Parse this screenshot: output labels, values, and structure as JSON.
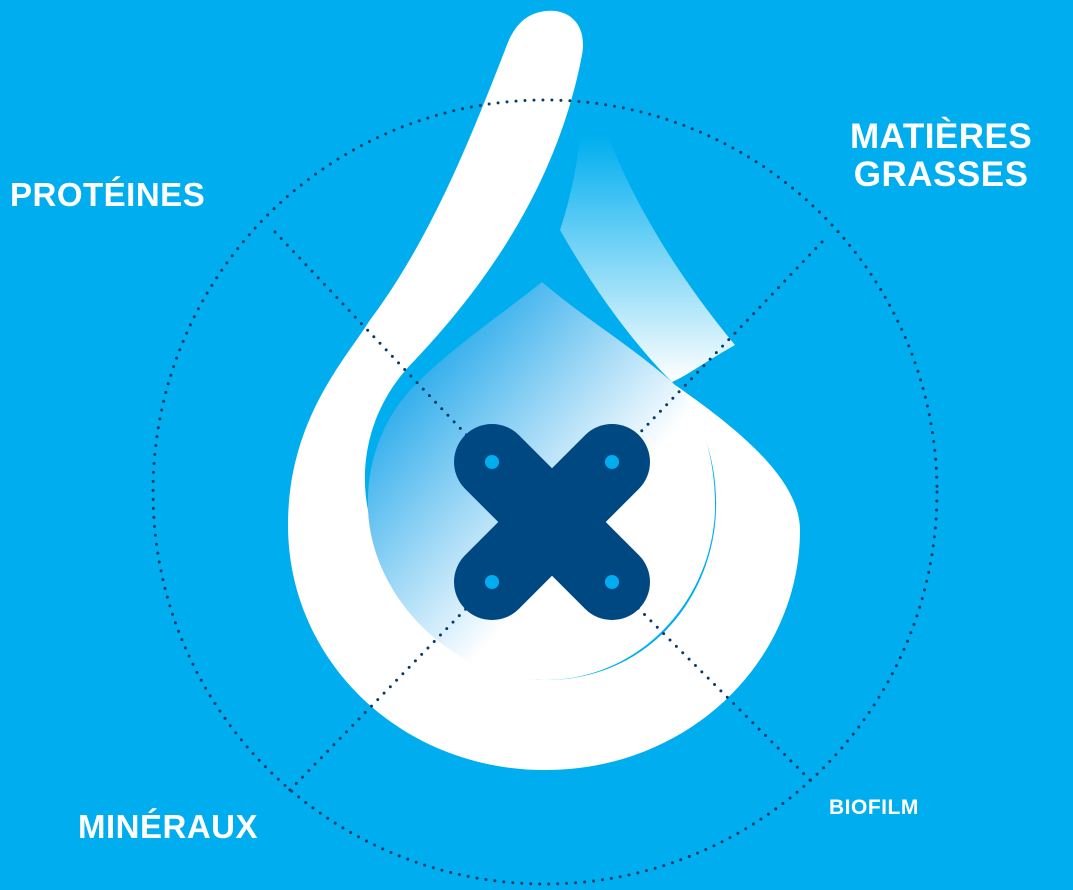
{
  "diagram": {
    "labels": {
      "top_left": "PROTÉINES",
      "top_right_line1": "MATIÈRES",
      "top_right_line2": "GRASSES",
      "bottom_left": "MINÉRAUX",
      "bottom_right": "BIOFILM"
    },
    "colors": {
      "background": "#00AEEF",
      "drop": "#FFFFFF",
      "cross": "#004882",
      "dotted_lines": "#0B3A66"
    },
    "icons": {
      "center": "water-drop-icon",
      "mark": "cross-mark-icon"
    }
  }
}
